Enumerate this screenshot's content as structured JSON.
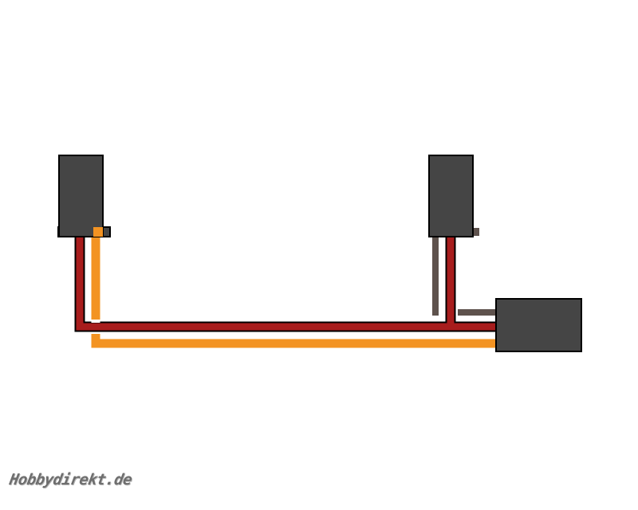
{
  "watermark": {
    "text": "Hobbydirekt.de"
  },
  "colors": {
    "background": "#ffffff",
    "connector_body": "#454545",
    "connector_outline": "#000000",
    "wire_red": "#a81d1d",
    "wire_orange": "#f39322",
    "wire_brown": "#5e524d",
    "wire_outline": "#000000"
  },
  "diagram": {
    "connectors": [
      {
        "id": "left-plug",
        "kind": "servo plug"
      },
      {
        "id": "right-plug",
        "kind": "servo plug"
      },
      {
        "id": "end-connector",
        "kind": "servo connector"
      }
    ],
    "wires": [
      {
        "id": "red-main",
        "color": "red"
      },
      {
        "id": "orange-main",
        "color": "orange"
      },
      {
        "id": "brown-left-lead",
        "color": "brown"
      },
      {
        "id": "brown-right-lead",
        "color": "brown"
      }
    ]
  }
}
